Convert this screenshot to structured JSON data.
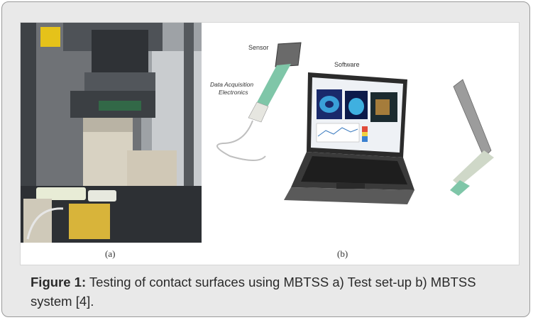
{
  "figure": {
    "panel_a_label": "(a)",
    "panel_b_label": "(b)",
    "panel_b_labels": {
      "sensor": "Sensor",
      "software": "Software",
      "data_acq_line1": "Data Acquisition",
      "data_acq_line2": "Electronics"
    }
  },
  "caption": {
    "label": "Figure 1:",
    "text": " Testing of contact surfaces using MBTSS a) Test set-up b) MBTSS system [4]."
  },
  "colors": {
    "card_background": "#e9e9e9",
    "card_border": "#9a9a9a",
    "caption_text": "#2a2a2a"
  }
}
